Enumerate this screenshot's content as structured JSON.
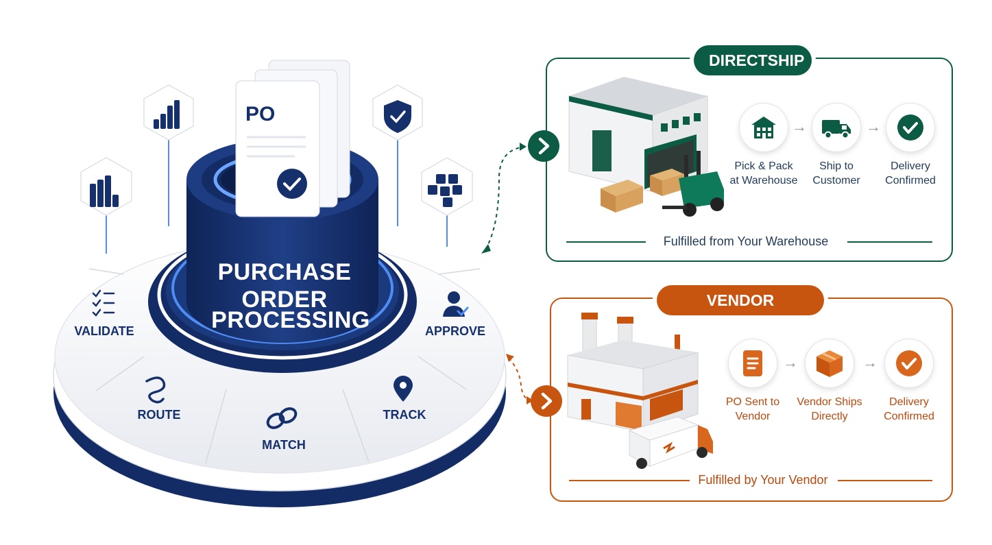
{
  "center": {
    "doc_label": "PO",
    "title_lines": [
      "PURCHASE",
      "ORDER",
      "PROCESSING"
    ],
    "segments": [
      "VALIDATE",
      "APPROVE",
      "ROUTE",
      "MATCH",
      "TRACK"
    ],
    "colors": {
      "navy": "#15306b",
      "glow": "#4f8df5"
    }
  },
  "directship": {
    "title": "DIRECTSHIP",
    "color": "#0b5b45",
    "steps": [
      {
        "label": "Pick & Pack\nat Warehouse",
        "icon": "warehouse-icon"
      },
      {
        "label": "Ship to\nCustomer",
        "icon": "truck-icon"
      },
      {
        "label": "Delivery\nConfirmed",
        "icon": "check-circle-icon"
      }
    ],
    "footer": "Fulfilled from Your Warehouse"
  },
  "dropship": {
    "title": "VENDOR DROPSHIP",
    "color": "#c8550f",
    "steps": [
      {
        "label": "PO Sent to\nVendor",
        "icon": "document-icon"
      },
      {
        "label": "Vendor Ships\nDirectly",
        "icon": "box-icon"
      },
      {
        "label": "Delivery\nConfirmed",
        "icon": "check-circle-icon"
      }
    ],
    "footer": "Fulfilled by Your Vendor"
  }
}
